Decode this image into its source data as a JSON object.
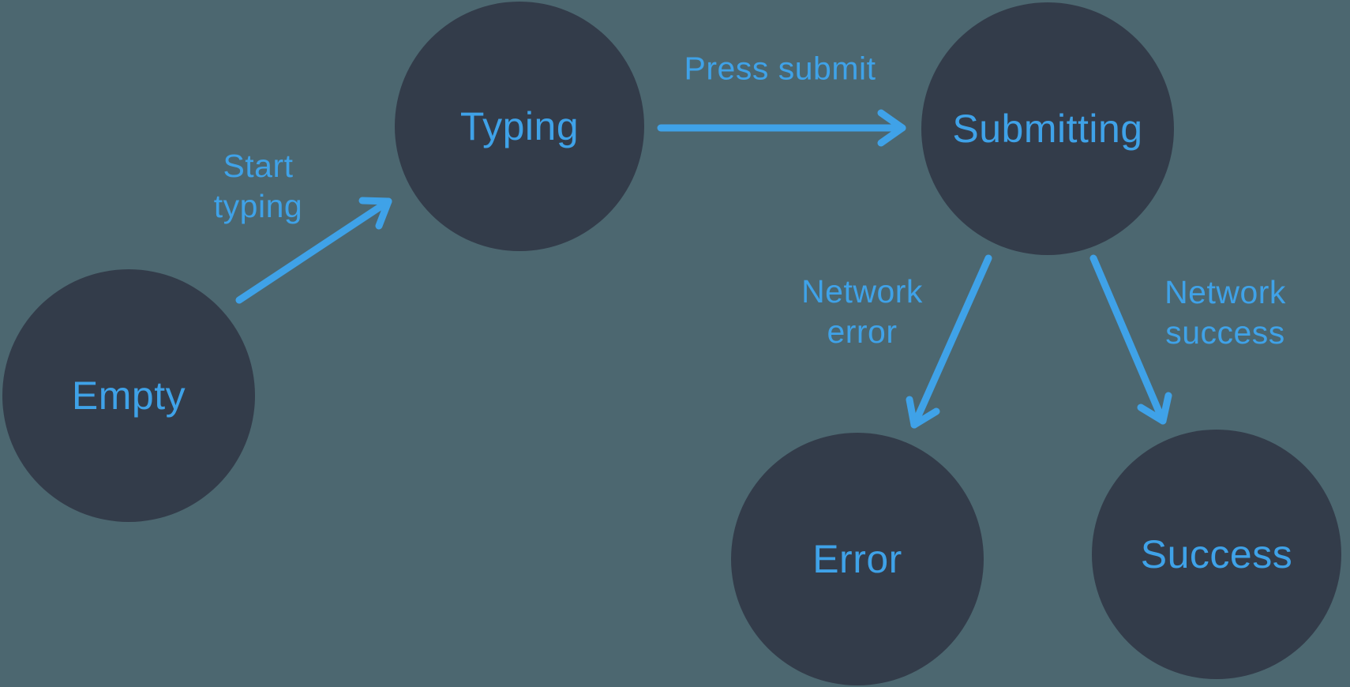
{
  "diagram": {
    "colors": {
      "background": "#4C6770",
      "node": "#333C4A",
      "accent": "#3FA2E8"
    },
    "states": [
      {
        "label": "Empty"
      },
      {
        "label": "Typing"
      },
      {
        "label": "Submitting"
      },
      {
        "label": "Error"
      },
      {
        "label": "Success"
      }
    ],
    "transitions": [
      {
        "from": "Empty",
        "to": "Typing",
        "label_lines": [
          "Start",
          "typing"
        ]
      },
      {
        "from": "Typing",
        "to": "Submitting",
        "label_lines": [
          "Press submit"
        ]
      },
      {
        "from": "Submitting",
        "to": "Error",
        "label_lines": [
          "Network",
          "error"
        ]
      },
      {
        "from": "Submitting",
        "to": "Success",
        "label_lines": [
          "Network",
          "success"
        ]
      }
    ]
  }
}
